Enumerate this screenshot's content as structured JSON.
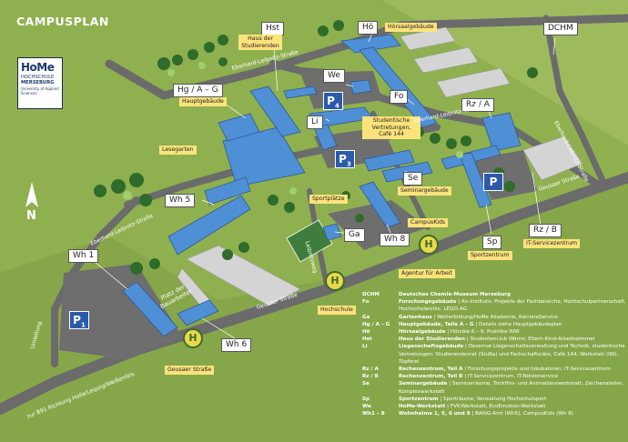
{
  "title": "CAMPUSPLAN",
  "logo": {
    "brand": "HoMe",
    "line1": "HOCHSCHULE",
    "line2": "MERSEBURG",
    "line3": "University of Applied Sciences"
  },
  "colors": {
    "grass": "#8fb04f",
    "road": "#6b6b6b",
    "building_blue": "#4f8fd6",
    "building_grey": "#d4d4d4",
    "label_yellow": "#fde37b",
    "parking_blue": "#2b5aa8",
    "bus_stop_yellow": "#e9d84b"
  },
  "compass": {
    "icon": "north-arrow-icon",
    "label": "N"
  },
  "building_labels": {
    "hst": "Hst",
    "hoe": "Hö",
    "dchm": "DCHM",
    "we": "We",
    "hg": "Hg / A – G",
    "fo": "Fo",
    "li": "Li",
    "rza": "Rz / A",
    "se": "Se",
    "wh5": "Wh 5",
    "ga": "Ga",
    "wh8": "Wh 8",
    "sp": "Sp",
    "rzb": "Rz / B",
    "wh1": "Wh 1",
    "wh6": "Wh 6"
  },
  "callouts": {
    "haus_studierenden": "Haus der Studierenden",
    "hoersaalgebaeude": "Hörsaalgebäude",
    "hauptgebaeude": "Hauptgebäude",
    "studentische": "Studentische Vertretungen, Café 144",
    "lesegarten": "Lesegarten",
    "seminargebaeude": "Seminargebäude",
    "sportplaetze": "Sportplätze",
    "campuskids": "CampusKids",
    "sportzentrum": "Sportzentrum",
    "it_servicezentrum": "IT-Servicezentrum",
    "agentur": "Agentur für Arbeit",
    "hochschule": "Hochschule",
    "geusaer_strasse_stop": "Geusaer Straße"
  },
  "streets": {
    "eberhard_top": "Eberhard-Leibnitz-Straße",
    "eberhard_mid": "Eberhard-Leibnitz-Straße",
    "eberhard_left": "Eberhard-Leibnitz-Straße",
    "eberhard_right": "Eberhard-Leibnitz-Straße",
    "geusaer_right": "Geusaer Straße",
    "geusaer_mid": "Geusaer Straße",
    "leibnitz_zweig": "Leibnitzweg",
    "platz": "Platz der Bauarbeiter",
    "umleitung": "Umleitung",
    "richtung": "zur B91 Richtung Halle/Leipzig/Weißenfels"
  },
  "parking": [
    "P",
    "P",
    "P",
    "P"
  ],
  "parking_sub": [
    "4",
    "3",
    "",
    "1"
  ],
  "bus_stop": "H",
  "legend": [
    {
      "key": "DCHM",
      "title": "Deutsches Chemie-Museum Merseburg",
      "desc": ""
    },
    {
      "key": "Fo",
      "title": "Forschungsgebäude",
      "desc": " | An-Institute, Projekte der Fachbereiche, Hochschulpartnerschaft, Hochschularchiv, LEGO-AG"
    },
    {
      "key": "Ga",
      "title": "Gartenhaus",
      "desc": " | Weiterbildung/HoMe Akademie, KarriereService"
    },
    {
      "key": "Hg / A – G",
      "title": "Hauptgebäude, Teile A – G",
      "desc": " | Details siehe Hauptgebäudeplan"
    },
    {
      "key": "Hö",
      "title": "Hörsaalgebäude",
      "desc": " | Hörsäle 6 – 9, Praktika INW"
    },
    {
      "key": "Hst",
      "title": "Haus der Studierenden",
      "desc": " | Studentenclub Wärmi, Eltern-Kind-Arbeitszimmer"
    },
    {
      "key": "Li",
      "title": "Liegenschaftsgebäude",
      "desc": " | Dezernat Liegenschaftsverwaltung und Technik, studentische Vertretungen: Studierendenrat (StuRa) und Fachschaftsräte, Café 144, Werkstatt (IW), Tüpferei"
    },
    {
      "key": "Rz / A",
      "title": "Rechenzentrum, Teil A",
      "desc": " | Forschungsprojekte und Inkubatoren, IT-Servicezentrum"
    },
    {
      "key": "Rz / B",
      "title": "Rechenzentrum, Teil B",
      "desc": " | IT-Servicezentrum, IT-Notzerservice"
    },
    {
      "key": "Se",
      "title": "Seminargebäude",
      "desc": " | Seminarräume, Trickfilm- und Animationswerkstatt, Zeichenatelier, Komplexwerkstatt"
    },
    {
      "key": "Sp",
      "title": "Sportzentrum",
      "desc": " | Sporträume, Verwaltung Hochschulsport"
    },
    {
      "key": "We",
      "title": "HoMe-Werkstatt",
      "desc": " | FVK-Werkstatt, EcoEmotion-Werkstatt"
    },
    {
      "key": "Wh1 – 8",
      "title": "Wohnheime 1, 5, 6 und 8",
      "desc": " | BAföG-Amt (Wh5), CampusKids (Wh 8)"
    }
  ]
}
